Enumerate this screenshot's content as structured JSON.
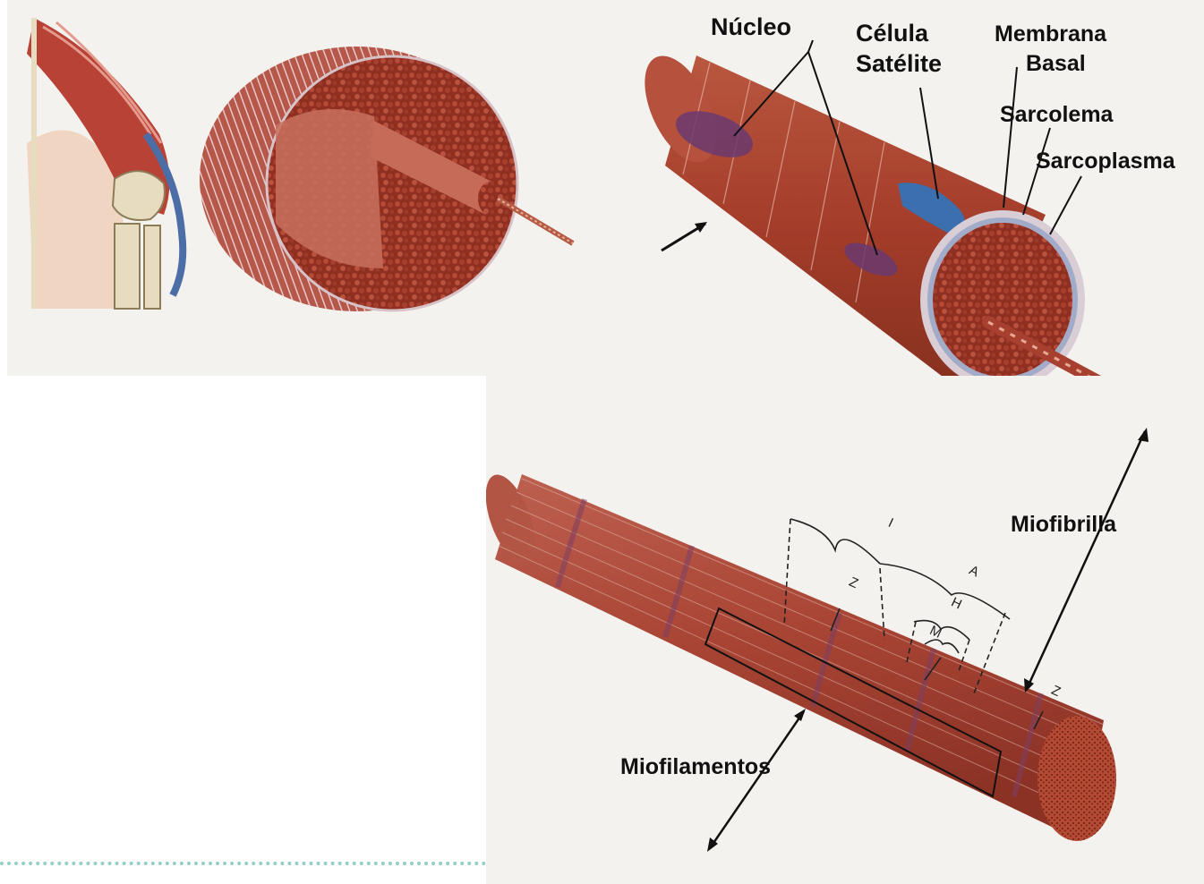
{
  "labels": {
    "nucleo": "Núcleo",
    "celula_satelite_line1": "Célula",
    "celula_satelite_line2": "Satélite",
    "membrana_basal_line1": "Membrana",
    "membrana_basal_line2": "Basal",
    "sarcolema": "Sarcolema",
    "sarcoplasma": "Sarcoplasma",
    "miofibrilla": "Miofibrilla",
    "miofilamentos": "Miofilamentos"
  },
  "bands": {
    "i": "I",
    "a": "A",
    "h": "H",
    "m": "M",
    "z_left": "Z",
    "z_right": "Z"
  },
  "colors": {
    "muscle_red": "#a8402f",
    "muscle_dark": "#7c2518",
    "membrane_blue": "#3b6fae",
    "nucleus_purple": "#6a3a6e",
    "tendon_bone": "#e7dcc0",
    "panel_bg": "#f4f2ef",
    "dotted_rule": "#93cfc9"
  }
}
